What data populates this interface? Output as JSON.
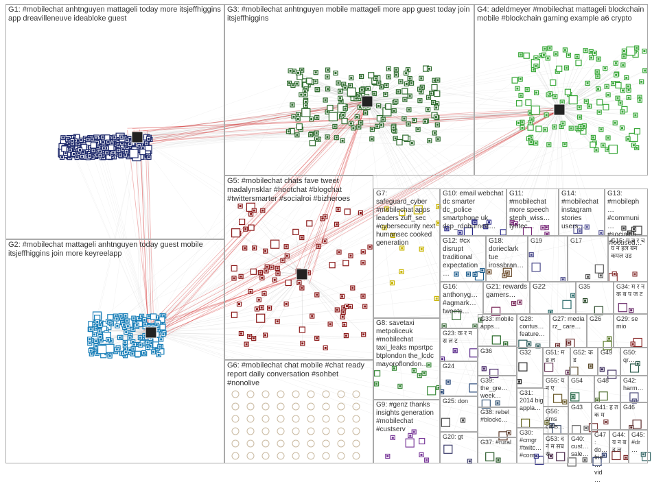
{
  "groups": [
    {
      "id": "G1",
      "text": "G1: #mobilechat anhtnguyen mattageli today more itsjeffhiggins app dreavilleneuve ideabloke guest",
      "color": "#1f2a6b",
      "nodes": 320
    },
    {
      "id": "G2",
      "text": "G2: #mobilechat mattageli anhtnguyen today guest mobile itsjeffhiggins join more keyreelapp",
      "color": "#1a7fb8",
      "nodes": 170
    },
    {
      "id": "G3",
      "text": "G3: #mobilechat anhtnguyen mobile mattageli more app guest today join itsjeffhiggins",
      "color": "#2e6b2e",
      "nodes": 170
    },
    {
      "id": "G4",
      "text": "G4: adeldmeyer #mobilechat mattageli blockchain mobile #blockchain gaming example a6 crypto",
      "color": "#3aa83a",
      "nodes": 130
    },
    {
      "id": "G5",
      "text": "G5: #mobilechat chats fave tweet madalynsklar #hootchat #blogchat #twittersmarter #socialroi #bizheroes",
      "color": "#8b1a1a",
      "nodes": 90
    },
    {
      "id": "G6",
      "text": "G6: #mobilechat chat mobile #chat ready report daily conversation #sohbet #nonolive",
      "color": "#b0b0b0",
      "nodes": 0
    },
    {
      "id": "G7",
      "text": "G7: safeguard_cyber #mobilechat apps leaders zuff_sec #cybersecurity next humansec cooked generation",
      "color": "#c8b400",
      "nodes": 12
    },
    {
      "id": "G8",
      "text": "G8: savetaxi metpoliceuk #mobilechat taxi_leaks mpsrtpc btplondon the_lcdc mayoroflondon…",
      "color": "#3a8a3a",
      "nodes": 10
    },
    {
      "id": "G9",
      "text": "G9: #genz thanks insights generation #mobilechat #custserv",
      "color": "#7a3a9a",
      "nodes": 8
    },
    {
      "id": "G10",
      "text": "G10: email webchat dc smarter dc_police smartphone uk dcp_rdoburnett…",
      "color": "#2a2a8a",
      "nodes": 8
    },
    {
      "id": "G11",
      "text": "G11: #mobilechat more speech steph_wiss… tyntec…",
      "color": "#7a2a7a",
      "nodes": 6
    },
    {
      "id": "G12",
      "text": "G12: #cx disrupt traditional expectation…",
      "color": "#1a5a8a",
      "nodes": 5
    },
    {
      "id": "G13",
      "text": "G13: #mobileph… #communi… #socialch… #focused…",
      "color": "#3a3a3a",
      "nodes": 4
    },
    {
      "id": "G14",
      "text": "G14: #mobilechat instagram stories users…",
      "color": "#5a5a9a",
      "nodes": 4
    },
    {
      "id": "G15",
      "text": "G15: म ब र च य न इल बन कपल उड",
      "color": "#8a3a3a",
      "nodes": 3
    },
    {
      "id": "G16",
      "text": "G16: anthonyg… #agmark… tweets…",
      "color": "#3a6a3a",
      "nodes": 4
    },
    {
      "id": "G17",
      "text": "G17",
      "color": "#5a5a5a",
      "nodes": 3
    },
    {
      "id": "G18",
      "text": "G18: dorieclark tue irossbran…",
      "color": "#6a4a2a",
      "nodes": 4
    },
    {
      "id": "G19",
      "text": "G19",
      "color": "#4a4a8a",
      "nodes": 3
    },
    {
      "id": "G20",
      "text": "G20: gt",
      "color": "#3a3a6a",
      "nodes": 2
    },
    {
      "id": "G21",
      "text": "G21: rewards gamers…",
      "color": "#7a2a5a",
      "nodes": 3
    },
    {
      "id": "G22",
      "text": "G22",
      "color": "#2a6a6a",
      "nodes": 3
    },
    {
      "id": "G23",
      "text": "G23: क र न स ल ट",
      "color": "#5a2a8a",
      "nodes": 3
    },
    {
      "id": "G24",
      "text": "G24",
      "color": "#2a4a7a",
      "nodes": 3
    },
    {
      "id": "G25",
      "text": "G25: don",
      "color": "#4a4a4a",
      "nodes": 2
    },
    {
      "id": "G26",
      "text": "G26",
      "color": "#5a7a2a",
      "nodes": 2
    },
    {
      "id": "G27",
      "text": "G27: media rz_ care…",
      "color": "#6a2a2a",
      "nodes": 3
    },
    {
      "id": "G28",
      "text": "G28: contus… feature…",
      "color": "#2a5a5a",
      "nodes": 3
    },
    {
      "id": "G29",
      "text": "G29: se mio",
      "color": "#8a2a2a",
      "nodes": 2
    },
    {
      "id": "G30",
      "text": "G30: #cmgr #twitc… #com…",
      "color": "#3a3a8a",
      "nodes": 2
    },
    {
      "id": "G31",
      "text": "G31: 2014 big appla…",
      "color": "#6a6a2a",
      "nodes": 2
    },
    {
      "id": "G32",
      "text": "G32",
      "color": "#2a2a2a",
      "nodes": 2
    },
    {
      "id": "G33",
      "text": "G33: mobile apps…",
      "color": "#2a6a2a",
      "nodes": 2
    },
    {
      "id": "G34",
      "text": "G34: म र न क ब प ज ट",
      "color": "#6a2a6a",
      "nodes": 2
    },
    {
      "id": "G35",
      "text": "G35",
      "color": "#2a4a2a",
      "nodes": 2
    },
    {
      "id": "G36",
      "text": "G36",
      "color": "#4a2a6a",
      "nodes": 2
    },
    {
      "id": "G37",
      "text": "G37: #rural",
      "color": "#2a5a2a",
      "nodes": 2
    },
    {
      "id": "G38",
      "text": "G38: rebel #blockc…",
      "color": "#5a3a2a",
      "nodes": 2
    },
    {
      "id": "G39",
      "text": "G39: the_gre… week…",
      "color": "#3a5a7a",
      "nodes": 2
    },
    {
      "id": "G40",
      "text": "G40: cust… sale…",
      "color": "#5a5a5a",
      "nodes": 2
    },
    {
      "id": "G41",
      "text": "G41: ह त क म",
      "color": "#7a3a3a",
      "nodes": 2
    },
    {
      "id": "G42",
      "text": "G42: harm…",
      "color": "#4a4a7a",
      "nodes": 2
    },
    {
      "id": "G43",
      "text": "G43",
      "color": "#6a6a6a",
      "nodes": 2
    },
    {
      "id": "G44",
      "text": "G44: य न ब द ल",
      "color": "#7a2a2a",
      "nodes": 2
    },
    {
      "id": "G45",
      "text": "G45: #dr…",
      "color": "#3a6a6a",
      "nodes": 2
    },
    {
      "id": "G46",
      "text": "G46",
      "color": "#5a2a2a",
      "nodes": 2
    },
    {
      "id": "G47",
      "text": "G47: do… frie… vid…",
      "color": "#2a3a6a",
      "nodes": 2
    },
    {
      "id": "G48",
      "text": "G48",
      "color": "#4a6a2a",
      "nodes": 2
    },
    {
      "id": "G49",
      "text": "G49",
      "color": "#3a2a5a",
      "nodes": 2
    },
    {
      "id": "G50",
      "text": "G50: qr…",
      "color": "#2a5a4a",
      "nodes": 2
    },
    {
      "id": "G51",
      "text": "G51: म ड ल",
      "color": "#6a3a5a",
      "nodes": 2
    },
    {
      "id": "G52",
      "text": "G52: क ड",
      "color": "#5a4a2a",
      "nodes": 2
    },
    {
      "id": "G53",
      "text": "G53: द न म सब स",
      "color": "#4a2a4a",
      "nodes": 2
    },
    {
      "id": "G54",
      "text": "G54",
      "color": "#2a6a4a",
      "nodes": 2
    },
    {
      "id": "G55",
      "text": "G55: य न ए",
      "color": "#6a5a2a",
      "nodes": 2
    },
    {
      "id": "G56",
      "text": "G56: sms calls…",
      "color": "#3a4a6a",
      "nodes": 2
    }
  ],
  "colors": {
    "edge": "#8c8c8c",
    "strong_edge": "#d21e1e",
    "border": "#a9a9a9"
  }
}
